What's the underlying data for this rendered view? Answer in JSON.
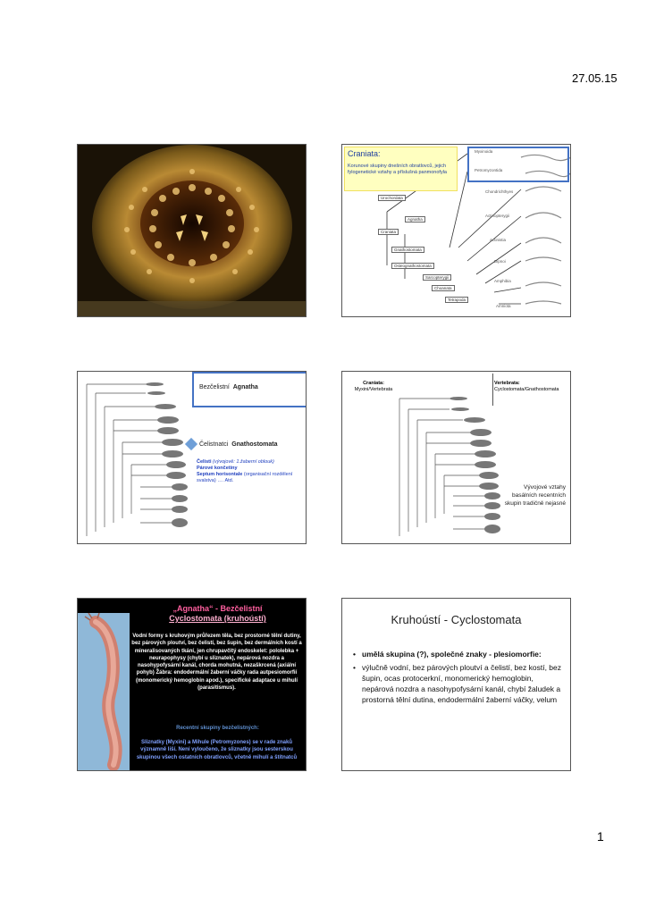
{
  "header": {
    "date": "27.05.15"
  },
  "footer": {
    "page_number": "1"
  },
  "slide2": {
    "title": "Craniata:",
    "text": "Korunové skupiny dnešních obratlovců, jejich fylogenetické vztahy a příslušná panmonofyla",
    "clade_labels": [
      "Urochordata",
      "Agnatha",
      "Craniata",
      "Gnathostomata",
      "Osteognathostomata",
      "Sarcopterygii",
      "Choanata",
      "Tetrapoda"
    ],
    "taxa": [
      "Myxinoida",
      "Petromyzontida",
      "Chondrichthyes",
      "Actinopterygii",
      "Actinistia",
      "Dipnoi",
      "Amphibia",
      "Amniota"
    ]
  },
  "slide3": {
    "label_agnatha": "Bezčelistní",
    "label_agnatha_bold": "Agnatha",
    "label_gnatho": "Čelistnatci",
    "label_gnatho_bold": "Gnathostomata",
    "note_line1_bold": "Čelisti",
    "note_line1": "(vývojově: 1.žaberní oblouk)",
    "note_line2": "Párové končetiny",
    "note_line3_bold": "Septum horisontale",
    "note_line3": "(organisační rozdělení svalstva)",
    "note_line3_end": "….    Atd."
  },
  "slide4": {
    "left_title": "Craniata:",
    "left_sub": "Myxini/Vertebrata",
    "right_title": "Vertebrata:",
    "right_sub": "Cyclostomata/Gnathostomata",
    "note": "Vývojové vztahy basálních recentních skupin tradičně nejasné"
  },
  "slide5": {
    "title1": "„Agnatha“ - Bezčelistní",
    "title2": "Cyclostomata (kruhoústí)",
    "body": "Vodní formy s kruhovým průřezem těla, bez prostorné tělní dutiny, bez párových ploutví, bez čelistí, bez šupin, bez dermálních kostí a mineralisovaných tkání, jen chrupavčitý endoskelet: pololebka + neurapophysy (chybí u sliznatek), nepárová nozdra a nasohypofysární kanál, chorda mohutná, nezaškrcená (axiální pohyb) Žábra: endodermální žaberní váčky rada autpesiomorfií (monomerický hemoglobin apod.), specifické adaptace u mihulí (parasitismus).",
    "subtitle": "Recentní skupiny bezčelistných:",
    "foot": "Sliznatky (Myxini) a Mihule (Petromyzones) se v rade znaků významně liší. Není vyloučeno, že sliznatky jsou sesterskou skupinou všech ostatních obratlovců, včetně mihulí a štítnatců"
  },
  "slide6": {
    "title": "Kruhoústí - Cyclostomata",
    "bullet1": "umělá skupina (?), společné znaky - plesiomorfie:",
    "bullet2": "výlučně vodní, bez párových ploutví a čelistí, bez kostí, bez šupin, ocas protocerkní, monomerický hemoglobin, nepárová nozdra a nasohypofysární kanál, chybí žaludek a prostorná tělní dutina, endodermální žaberní váčky, velum"
  },
  "colors": {
    "accent_blue": "#4472c4",
    "note_blue": "#1f3fbf",
    "pink_title": "#ff5f9f"
  }
}
